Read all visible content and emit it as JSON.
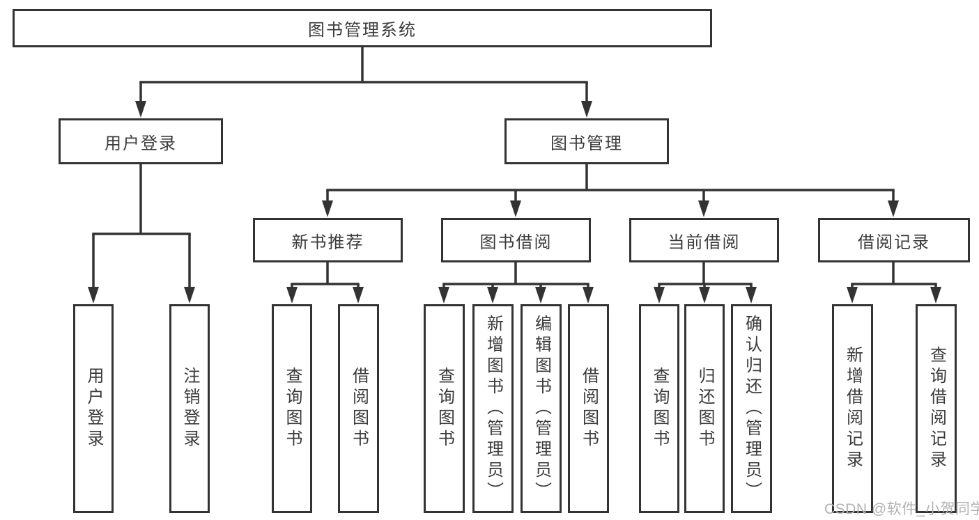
{
  "diagram": {
    "title": "图书管理系统",
    "tree": {
      "label": "图书管理系统",
      "children": [
        {
          "label": "用户登录",
          "children": [
            {
              "label": "用户登录"
            },
            {
              "label": "注销登录"
            }
          ]
        },
        {
          "label": "图书管理",
          "children": [
            {
              "label": "新书推荐",
              "children": [
                {
                  "label": "查询图书"
                },
                {
                  "label": "借阅图书"
                }
              ]
            },
            {
              "label": "图书借阅",
              "children": [
                {
                  "label": "查询图书"
                },
                {
                  "label": "新增图书（管理员）"
                },
                {
                  "label": "编辑图书（管理员）"
                },
                {
                  "label": "借阅图书"
                }
              ]
            },
            {
              "label": "当前借阅",
              "children": [
                {
                  "label": "查询图书"
                },
                {
                  "label": "归还图书"
                },
                {
                  "label": "确认归还（管理员）"
                }
              ]
            },
            {
              "label": "借阅记录",
              "children": [
                {
                  "label": "新增借阅记录"
                },
                {
                  "label": "查询借阅记录"
                }
              ]
            }
          ]
        }
      ]
    },
    "watermark": {
      "text": "CSDN @软件_小贺同学"
    },
    "colors": {
      "line": "#333333",
      "text": "#3b3b3b",
      "background": "#ffffff",
      "watermark": "#b2b2b2"
    }
  }
}
